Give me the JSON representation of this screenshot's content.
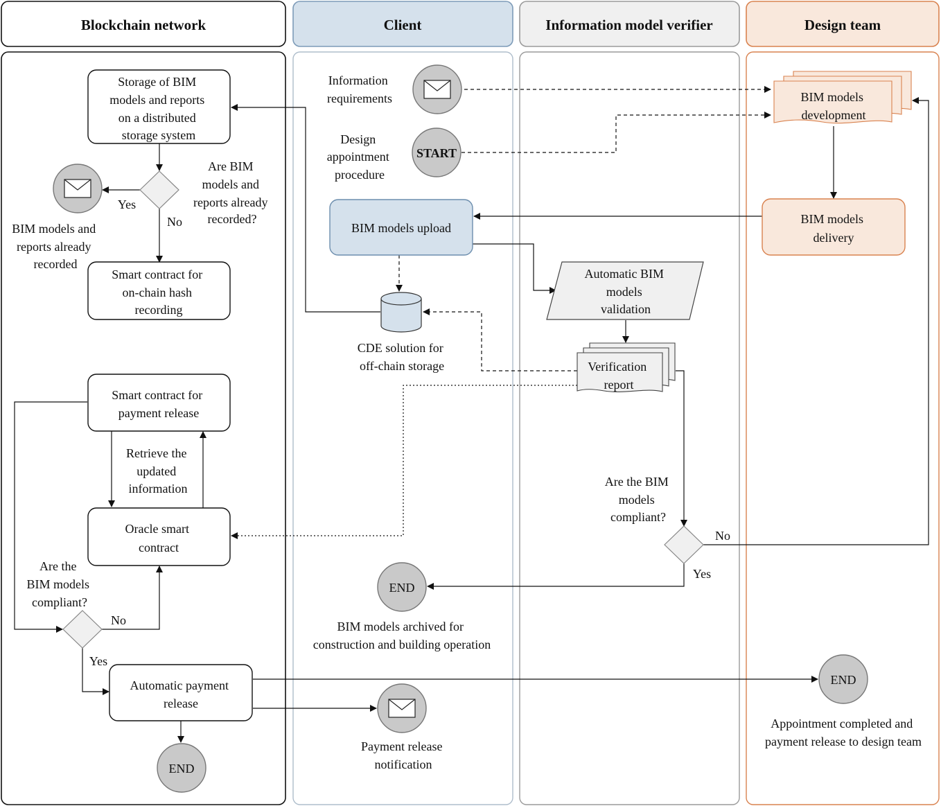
{
  "lanes": {
    "blockchain": "Blockchain network",
    "client": "Client",
    "verifier": "Information model verifier",
    "design": "Design team"
  },
  "nodes": {
    "storage_bim": [
      "Storage of BIM",
      "models and reports",
      "on a distributed",
      "storage system"
    ],
    "already_recorded_question": [
      "Are BIM",
      "models and",
      "reports already",
      "recorded?"
    ],
    "already_recorded_label": [
      "BIM models and",
      "reports already",
      "recorded"
    ],
    "hash_contract": [
      "Smart contract for",
      "on-chain hash",
      "recording"
    ],
    "payment_contract": [
      "Smart contract for",
      "payment release"
    ],
    "retrieve_info": [
      "Retrieve the",
      "updated",
      "information"
    ],
    "oracle_contract": [
      "Oracle smart",
      "contract"
    ],
    "compliant_question_left": [
      "Are the",
      "BIM models",
      "compliant?"
    ],
    "auto_payment": [
      "Automatic payment",
      "release"
    ],
    "info_requirements": [
      "Information",
      "requirements"
    ],
    "design_appointment": [
      "Design",
      "appointment",
      "procedure"
    ],
    "bim_upload": [
      "BIM models upload"
    ],
    "cde_solution": [
      "CDE solution for",
      "off-chain storage"
    ],
    "bim_archived": [
      "BIM models archived for",
      "construction and building operation"
    ],
    "payment_notification": [
      "Payment release",
      "notification"
    ],
    "auto_validation": [
      "Automatic BIM",
      "models",
      "validation"
    ],
    "verification_report": [
      "Verification",
      "report"
    ],
    "compliant_question_right": [
      "Are the BIM",
      "models",
      "compliant?"
    ],
    "bim_development": [
      "BIM models",
      "development"
    ],
    "bim_delivery": [
      "BIM models",
      "delivery"
    ],
    "appointment_completed": [
      "Appointment completed and",
      "payment release to design team"
    ]
  },
  "labels": {
    "yes": "Yes",
    "no": "No",
    "start": "START",
    "end": "END"
  },
  "colors": {
    "client_fill": "#d5e1ec",
    "client_stroke": "#7d9bb8",
    "design_stroke": "#d9824f",
    "design_fill": "#f9e8dc",
    "verifier_fill": "#f0f0f0",
    "event_fill": "#c9c9c9",
    "lane_stroke_gray": "#9a9a9a"
  },
  "icons": {
    "message": "envelope-icon",
    "storage": "database-cylinder-icon"
  }
}
